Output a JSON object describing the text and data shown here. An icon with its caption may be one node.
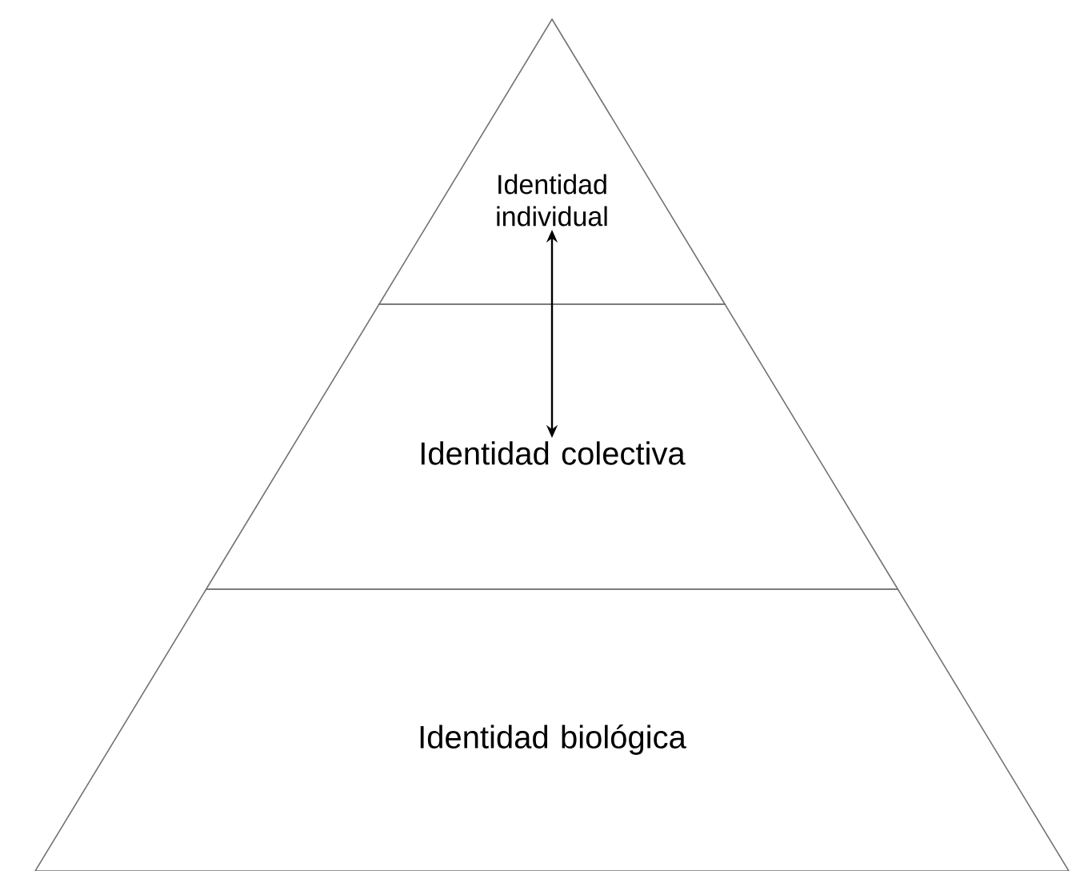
{
  "diagram": {
    "nodes": [
      {
        "text": [
          "Identidad individual"
        ]
      },
      {
        "text": [
          "Identidad colectiva"
        ]
      },
      {
        "text": [
          "Identidad biológica"
        ]
      }
    ],
    "edges": [
      {
        "from": 0,
        "to": 1,
        "arrow": "both"
      }
    ]
  }
}
